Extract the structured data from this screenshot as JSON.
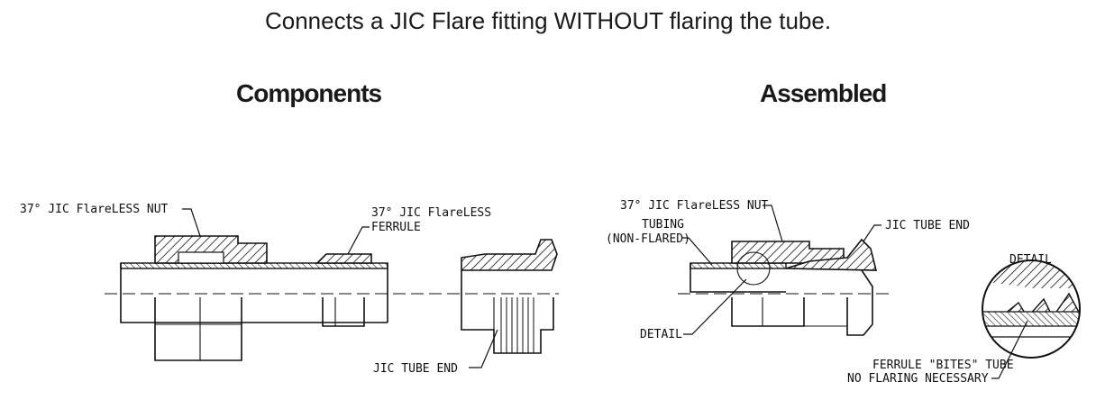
{
  "title": "Connects a JIC Flare fitting WITHOUT flaring the tube.",
  "components": {
    "heading": "Components",
    "labels": {
      "nut": "37° JIC FlareLESS NUT",
      "ferrule_line1": "37° JIC FlareLESS",
      "ferrule_line2": "FERRULE",
      "tube_end": "JIC TUBE END"
    }
  },
  "assembled": {
    "heading": "Assembled",
    "labels": {
      "nut": "37° JIC FlareLESS NUT",
      "tubing_line1": "TUBING",
      "tubing_line2": "(NON-FLARED)",
      "tube_end": "JIC TUBE END",
      "detail": "DETAIL",
      "detail_heading": "DETAIL",
      "bites_line1": "FERRULE \"BITES\" TUBE",
      "bites_line2": "NO FLARING NECESSARY"
    }
  }
}
